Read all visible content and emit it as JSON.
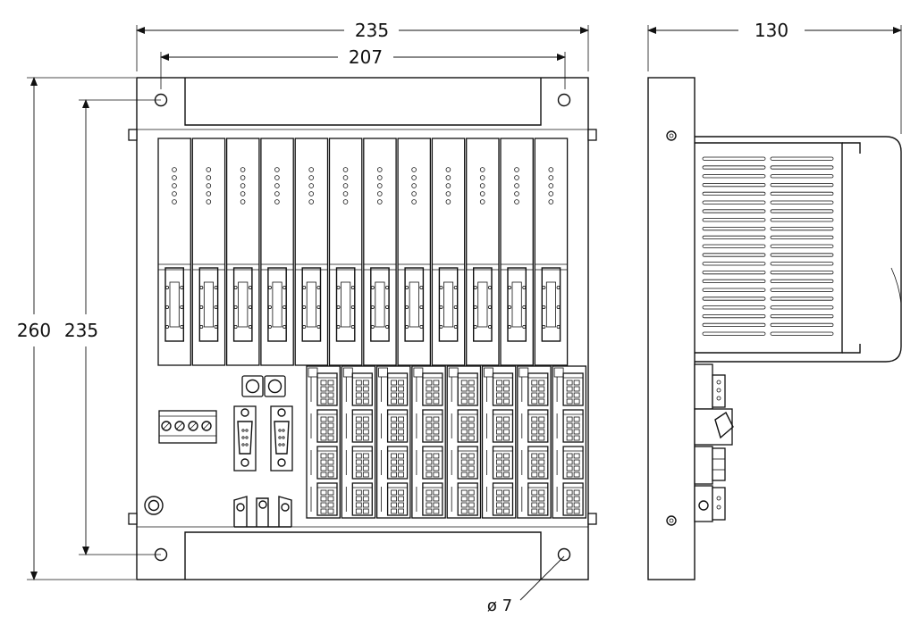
{
  "dimensions": {
    "front_width": "235",
    "hole_spacing_h": "207",
    "side_depth": "130",
    "total_height": "260",
    "hole_spacing_v": "235",
    "hole_diameter": "ø 7"
  },
  "modules": {
    "io_module_count": 12,
    "terminal_block_columns": 8,
    "terminal_block_rows": 4
  }
}
